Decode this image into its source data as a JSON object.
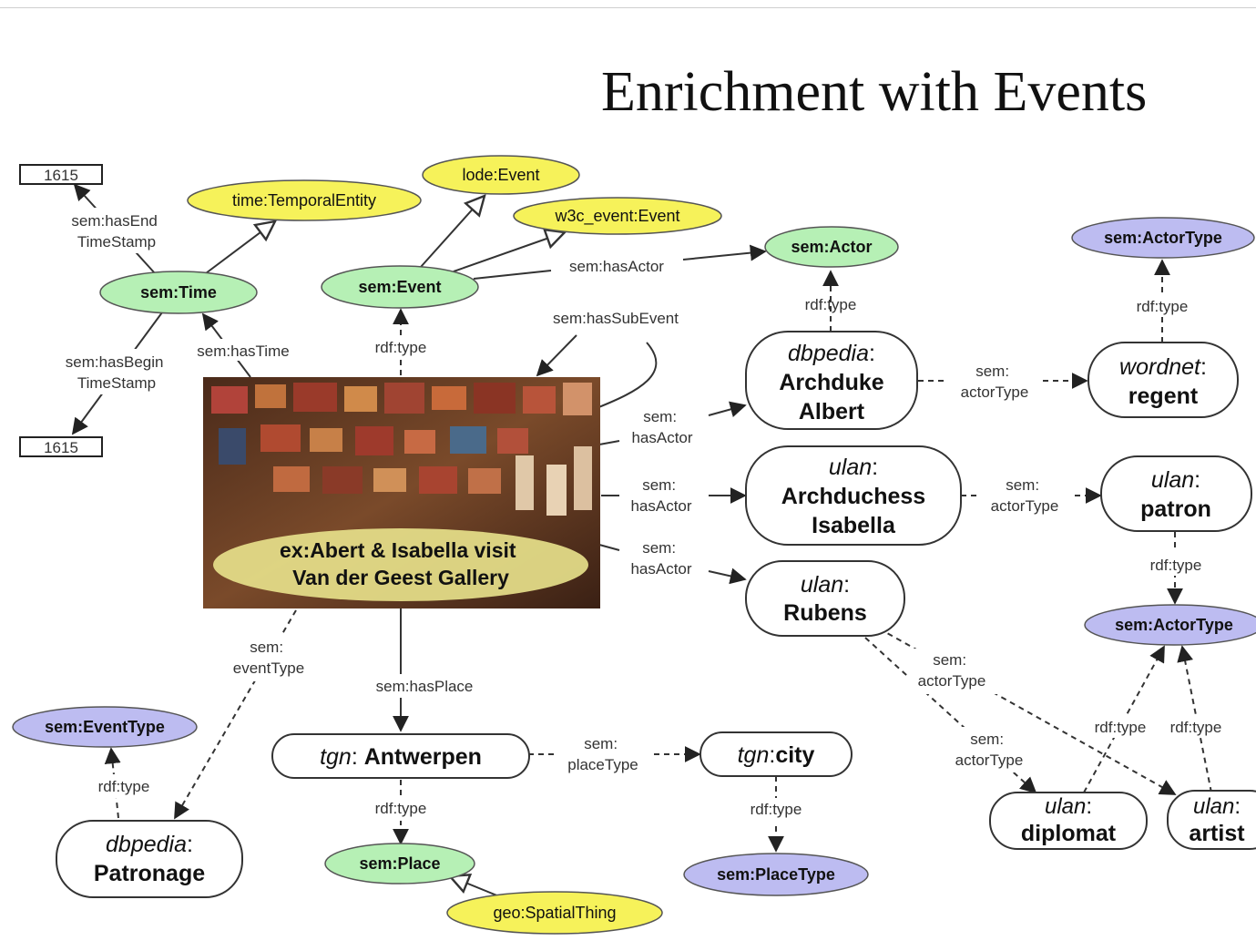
{
  "title": "Enrichment with Events",
  "colors": {
    "green": "#b6f0b5",
    "yellow": "#f6f25a",
    "purple": "#bdbcf1",
    "white": "#ffffff",
    "stroke": "#555555"
  },
  "timestamps": {
    "end": "1615",
    "begin": "1615"
  },
  "classes": {
    "temporal_entity": "time:TemporalEntity",
    "lode_event": "lode:Event",
    "w3c_event": "w3c_event:Event",
    "sem_time": "sem:Time",
    "sem_event": "sem:Event",
    "sem_actor": "sem:Actor",
    "sem_actor_type_1": "sem:ActorType",
    "sem_actor_type_2": "sem:ActorType",
    "sem_event_type": "sem:EventType",
    "sem_place": "sem:Place",
    "sem_place_type": "sem:PlaceType",
    "geo_spatial_thing": "geo:SpatialThing"
  },
  "event": {
    "line1": "ex:Abert & Isabella visit",
    "line2": "Van der Geest Gallery"
  },
  "instances": {
    "albert": {
      "prefix": "dbpedia",
      "line1": "Archduke",
      "line2": "Albert"
    },
    "isabella": {
      "prefix": "ulan",
      "line1": "Archduchess",
      "line2": "Isabella"
    },
    "rubens": {
      "prefix": "ulan",
      "line1": "Rubens"
    },
    "regent": {
      "prefix": "wordnet",
      "line1": "regent"
    },
    "patron": {
      "prefix": "ulan",
      "line1": "patron"
    },
    "diplomat": {
      "prefix": "ulan",
      "line1": "diplomat"
    },
    "artist": {
      "prefix": "ulan",
      "line1": "artist"
    },
    "antwerpen": {
      "prefix": "tgn",
      "line1": "Antwerpen"
    },
    "city": {
      "prefix": "tgn",
      "line1": "city"
    },
    "patronage": {
      "prefix": "dbpedia",
      "line1": "Patronage"
    }
  },
  "colon": ":",
  "edges": {
    "has_end_timestamp": [
      "sem:hasEnd",
      "TimeStamp"
    ],
    "has_begin_timestamp": [
      "sem:hasBegin",
      "TimeStamp"
    ],
    "has_time": "sem:hasTime",
    "event_rdf_type": "rdf:type",
    "has_sub_event": "sem:hasSubEvent",
    "top_has_actor": "sem:hasActor",
    "albert_rdf_type": "rdf:type",
    "regent_rdf_type": "rdf:type",
    "albert_actor_type": [
      "sem:",
      "actorType"
    ],
    "isabella_actor_type": [
      "sem:",
      "actorType"
    ],
    "patron_rdf_type": "rdf:type",
    "has_actor_1": [
      "sem:",
      "hasActor"
    ],
    "has_actor_2": [
      "sem:",
      "hasActor"
    ],
    "has_actor_3": [
      "sem:",
      "hasActor"
    ],
    "rubens_actor_type_1": [
      "sem:",
      "actorType"
    ],
    "rubens_actor_type_2": [
      "sem:",
      "actorType"
    ],
    "diplomat_rdf_type": "rdf:type",
    "artist_rdf_type": "rdf:type",
    "event_type": [
      "sem:",
      "eventType"
    ],
    "has_place": "sem:hasPlace",
    "place_type": [
      "sem:",
      "placeType"
    ],
    "patronage_rdf_type": "rdf:type",
    "antwerpen_rdf_type": "rdf:type",
    "city_rdf_type": "rdf:type"
  }
}
